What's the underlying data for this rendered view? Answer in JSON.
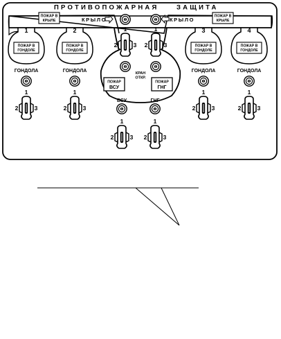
{
  "panel": {
    "title_left": "ПРОТИВОПОЖАРНАЯ",
    "title_right": "ЗАЩИТА",
    "wing_left": "КРЫЛО",
    "wing_right": "КРЫЛО",
    "wing_fire_left": [
      "ПОЖАР В",
      "КРЫЛЕ"
    ],
    "wing_fire_right": [
      "ПОЖАР В",
      "КРЫЛЕ"
    ],
    "nacelles": [
      {
        "num": "1",
        "line1": "ПОЖАР В",
        "line2": "ГОНДОЛЕ",
        "label": "ГОНДОЛА"
      },
      {
        "num": "2",
        "line1": "ПОЖАР В",
        "line2": "ГОНДОЛЕ",
        "label": "ГОНДОЛА"
      },
      {
        "num": "3",
        "line1": "ПОЖАР В",
        "line2": "ГОНДОЛЕ",
        "label": "ГОНДОЛА"
      },
      {
        "num": "4",
        "line1": "ПОЖАР В",
        "line2": "ГОНДОЛЕ",
        "label": "ГОНДОЛА"
      }
    ],
    "kran": [
      "КРАН",
      "ОТКР."
    ],
    "apu_fire": [
      "ПОЖАР",
      "ВСУ"
    ],
    "gng_fire": [
      "ПОЖАР",
      "ГНГ"
    ],
    "apu_label": "ВСУ",
    "gng_label": "ГНГ",
    "switch_positions": [
      "1",
      "2",
      "3"
    ]
  }
}
